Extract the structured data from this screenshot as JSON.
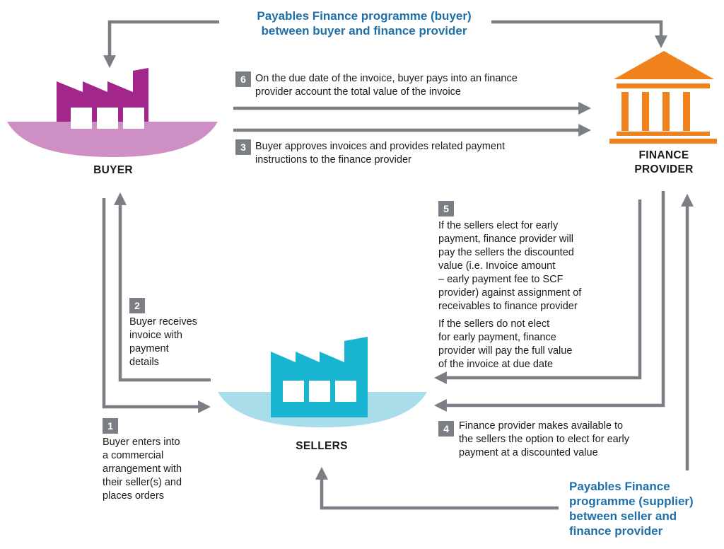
{
  "title_buyer_programme": "Payables Finance programme (buyer)\nbetween buyer and finance provider",
  "title_supplier_programme": "Payables Finance\nprogramme (supplier)\nbetween seller and\nfinance provider",
  "entities": {
    "buyer": "BUYER",
    "finance_provider": "FINANCE\nPROVIDER",
    "sellers": "SELLERS"
  },
  "steps": {
    "s1": {
      "num": "1",
      "text": "Buyer enters into\na commercial\narrangement with\ntheir seller(s) and\nplaces orders"
    },
    "s2": {
      "num": "2",
      "text": "Buyer receives\ninvoice with\npayment\ndetails"
    },
    "s3": {
      "num": "3",
      "text": "Buyer approves invoices and provides related payment\ninstructions to the finance provider"
    },
    "s4": {
      "num": "4",
      "text": "Finance provider makes available to\nthe sellers the option to elect for early\npayment at a discounted value"
    },
    "s5": {
      "num": "5",
      "text": "If the sellers elect for early\npayment, finance provider will\npay the sellers the discounted\nvalue (i.e. Invoice amount\n– early payment fee to SCF\nprovider) against assignment of\nreceivables to finance provider",
      "text2": "If the sellers do not elect\nfor early payment, finance\nprovider will pay the full value\nof the invoice at due date"
    },
    "s6": {
      "num": "6",
      "text": "On the due date of the invoice, buyer pays into an finance\nprovider account the total value of the invoice"
    }
  },
  "colors": {
    "buyer": "#a3278a",
    "buyer_base": "#cd8fc4",
    "seller": "#19b4cf",
    "seller_base": "#a9dde9",
    "finance": "#f0821e",
    "arrow": "#7b7f85",
    "title": "#1f6fa8"
  },
  "icons": {
    "buyer": "factory-icon",
    "sellers": "factory-icon",
    "finance_provider": "bank-building-icon"
  }
}
